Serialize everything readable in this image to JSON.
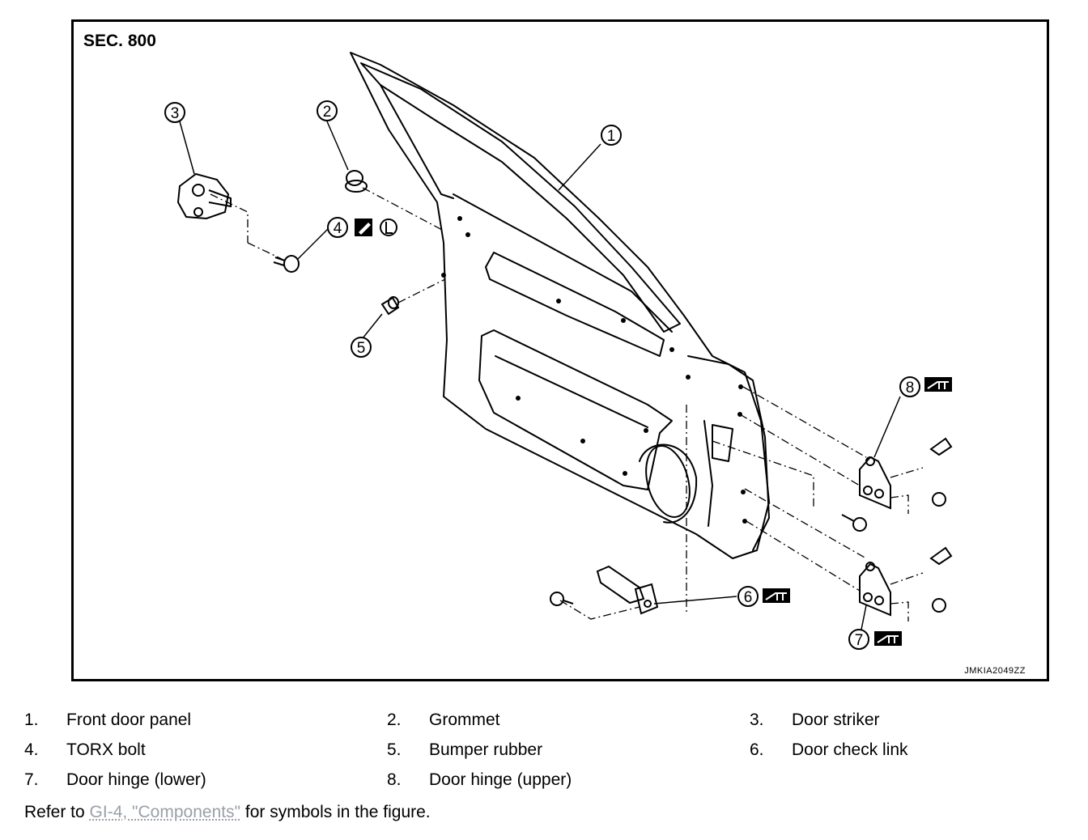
{
  "figure": {
    "section_label": "SEC. 800",
    "figure_id": "JMKIA2049ZZ",
    "callouts": [
      "1",
      "2",
      "3",
      "4",
      "5",
      "6",
      "7",
      "8"
    ]
  },
  "legend": [
    {
      "num": "1.",
      "label": "Front door panel"
    },
    {
      "num": "2.",
      "label": "Grommet"
    },
    {
      "num": "3.",
      "label": "Door striker"
    },
    {
      "num": "4.",
      "label": "TORX bolt"
    },
    {
      "num": "5.",
      "label": "Bumper rubber"
    },
    {
      "num": "6.",
      "label": "Door check link"
    },
    {
      "num": "7.",
      "label": "Door hinge (lower)"
    },
    {
      "num": "8.",
      "label": "Door hinge (upper)"
    }
  ],
  "refer": {
    "prefix": "Refer to ",
    "link_text": "GI-4, \"Components\"",
    "suffix": " for symbols in the figure."
  }
}
